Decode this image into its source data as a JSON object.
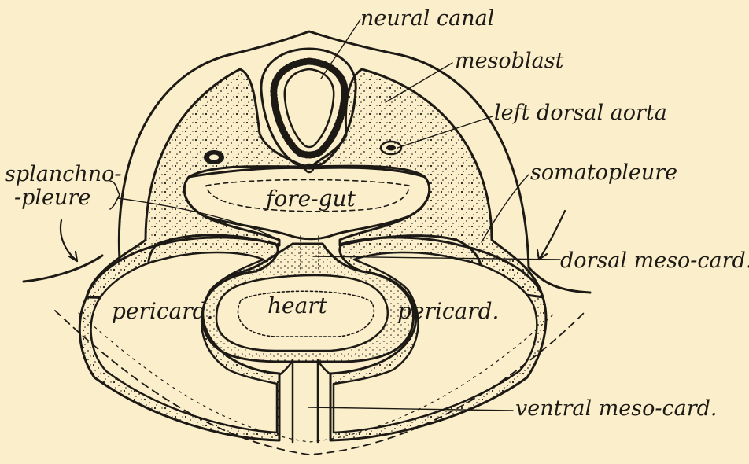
{
  "labels": {
    "neural_canal": "neural canal",
    "mesoblast": "mesoblast",
    "left_dorsal_aorta": "left dorsal aorta",
    "somatopleure": "somatopleure",
    "splanchno_line1": "splanchno-",
    "splanchno_line2": "-pleure",
    "fore_gut": "fore-gut",
    "dorsal_meso_card": "dorsal meso-card.",
    "pericard_left": "pericard.",
    "heart": "heart",
    "pericard_right": "pericard.",
    "ventral_meso_card": "ventral meso-card."
  },
  "colors": {
    "paper": "#fbefcb",
    "ink": "#1d1a16"
  }
}
